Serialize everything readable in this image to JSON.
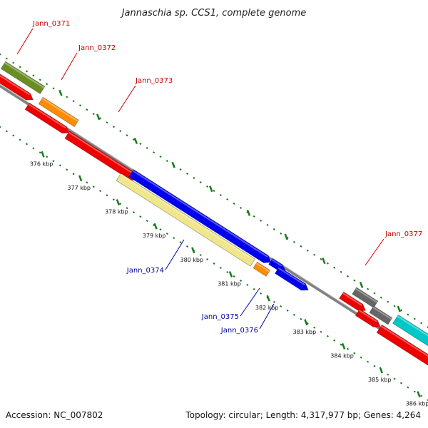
{
  "title": "Jannaschia sp. CCS1, complete genome",
  "footer": {
    "accession": "Accession: NC_007802",
    "summary": "Topology: circular; Length: 4,317,977 bp; Genes: 4,264"
  },
  "colors": {
    "backbone": "#808080",
    "tick": "#1a7a1a",
    "forward_label": "#cc0000",
    "reverse_label": "#0000aa",
    "red": "#ee0000",
    "orange": "#ff8c00",
    "olive": "#6b8e23",
    "blue": "#0000ee",
    "khaki": "#f0e68c",
    "gray": "#666666",
    "cyan": "#00c8c8"
  },
  "ticks": [
    {
      "label": "376 kbp",
      "kbp": 376
    },
    {
      "label": "377 kbp",
      "kbp": 377
    },
    {
      "label": "378 kbp",
      "kbp": 378
    },
    {
      "label": "379 kbp",
      "kbp": 379
    },
    {
      "label": "380 kbp",
      "kbp": 380
    },
    {
      "label": "381 kbp",
      "kbp": 381
    },
    {
      "label": "382 kbp",
      "kbp": 382
    },
    {
      "label": "383 kbp",
      "kbp": 383
    },
    {
      "label": "384 kbp",
      "kbp": 384
    },
    {
      "label": "385 kbp",
      "kbp": 385
    },
    {
      "label": "386 kbp",
      "kbp": 386
    }
  ],
  "gene_labels": [
    {
      "name": "Jann_0371",
      "strand": "forward"
    },
    {
      "name": "Jann_0372",
      "strand": "forward"
    },
    {
      "name": "Jann_0373",
      "strand": "forward"
    },
    {
      "name": "Jann_0374",
      "strand": "reverse"
    },
    {
      "name": "Jann_0375",
      "strand": "reverse"
    },
    {
      "name": "Jann_0376",
      "strand": "reverse"
    },
    {
      "name": "Jann_0377",
      "strand": "forward"
    }
  ],
  "features": [
    {
      "type": "gene",
      "color": "olive"
    },
    {
      "type": "cds",
      "color": "red"
    },
    {
      "type": "gene",
      "color": "orange"
    },
    {
      "type": "cds",
      "color": "red"
    },
    {
      "type": "cds",
      "color": "red"
    },
    {
      "type": "cds",
      "color": "blue"
    },
    {
      "type": "gene",
      "color": "khaki"
    },
    {
      "type": "cds",
      "color": "blue"
    },
    {
      "type": "gene",
      "color": "orange"
    },
    {
      "type": "cds",
      "color": "blue"
    },
    {
      "type": "gene",
      "color": "gray"
    },
    {
      "type": "gene",
      "color": "gray"
    },
    {
      "type": "cds",
      "color": "red"
    },
    {
      "type": "cds",
      "color": "red"
    },
    {
      "type": "gene",
      "color": "cyan"
    },
    {
      "type": "cds",
      "color": "red"
    }
  ]
}
